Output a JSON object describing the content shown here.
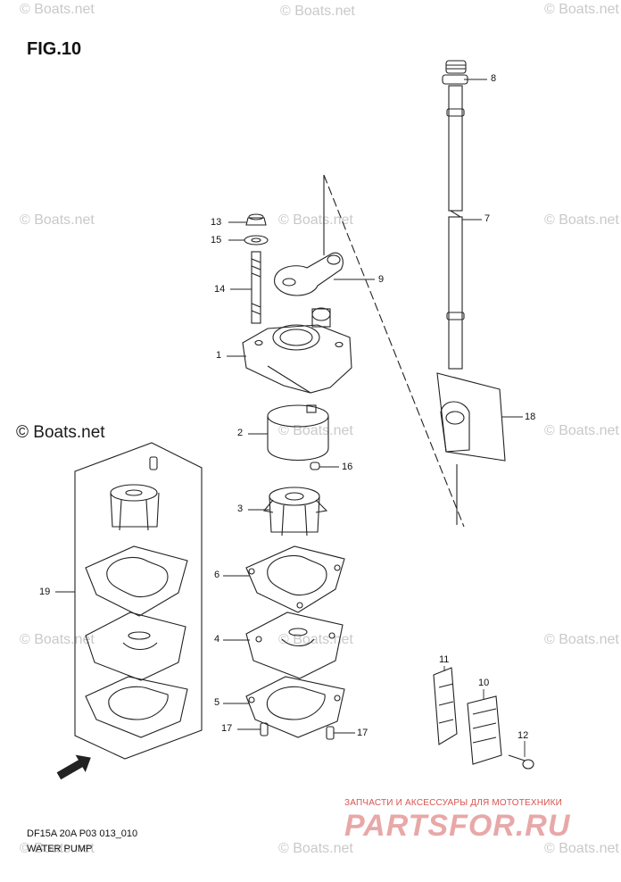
{
  "figure": {
    "title": "FIG.10",
    "code": "DF15A 20A P03 013_010",
    "subtitle": "WATER PUMP"
  },
  "watermark": {
    "text": "© Boats.net"
  },
  "shop": {
    "tagline": "ЗАПЧАСТИ И АКСЕССУАРЫ ДЛЯ МОТОТЕХНИКИ",
    "logo": "PARTSFOR.RU"
  },
  "callouts": [
    "1",
    "2",
    "3",
    "4",
    "5",
    "6",
    "7",
    "8",
    "9",
    "10",
    "11",
    "12",
    "13",
    "14",
    "15",
    "16",
    "17",
    "17",
    "18",
    "19"
  ],
  "icons": {
    "fwd": "FWD"
  }
}
